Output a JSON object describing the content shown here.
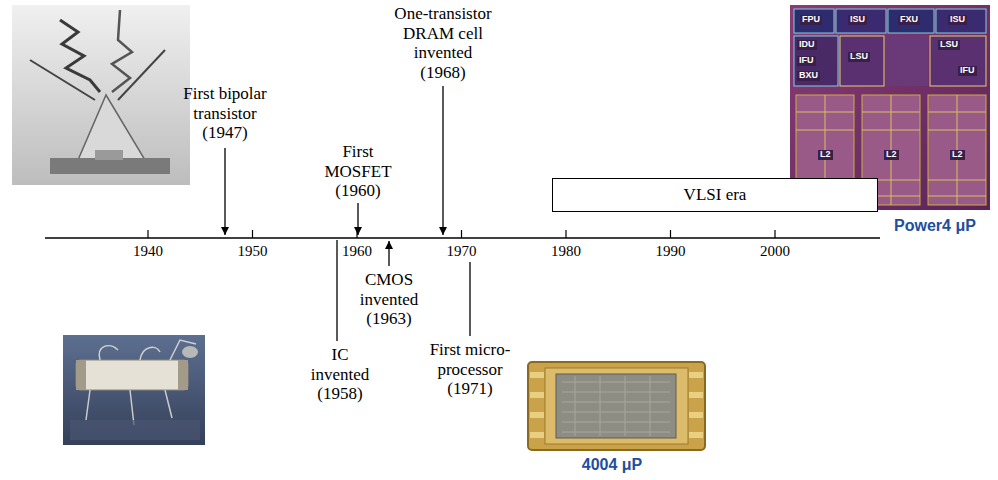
{
  "diagram": {
    "nodes": [
      {
        "text": [
          "VLSI era"
        ]
      }
    ],
    "labels": [
      "First bipolar transistor (1947)",
      "One-transistor DRAM cell invented (1968)",
      "First MOSFET (1960)",
      "CMOS invented (1963)",
      "IC invented (1958)",
      "First micro-processor (1971)",
      "1940",
      "1950",
      "1960",
      "1970",
      "1980",
      "1990",
      "2000",
      "Power4 μP",
      "4004 μP",
      "FPU",
      "ISU",
      "FXU",
      "ISU",
      "IDU",
      "IFU",
      "BXU",
      "LSU",
      "LSU",
      "IFU",
      "L2",
      "L2",
      "L2"
    ]
  }
}
